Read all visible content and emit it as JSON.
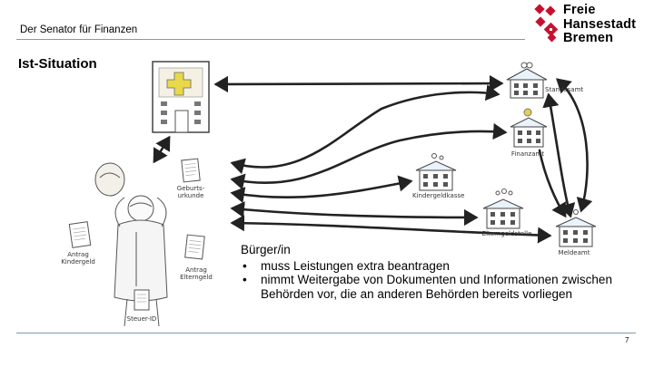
{
  "header": {
    "org": "Der Senator für Finanzen"
  },
  "logo": {
    "lines": [
      "Freie",
      "Hansestadt",
      "Bremen"
    ]
  },
  "slide": {
    "title": "Ist-Situation"
  },
  "offices": {
    "standesamt": "Standesamt",
    "finanzamt": "Finanzamt",
    "kindergeldkasse": "Kindergeldkasse",
    "elterngeldstelle": "Elterngeldstelle",
    "meldeamt": "Meldeamt"
  },
  "documents": {
    "geburtsurkunde": "Geburts-\nurkunde",
    "antrag_kindergeld": "Antrag\nKindergeld",
    "antrag_elterngeld": "Antrag\nElterngeld",
    "steuer_id": "Steuer-ID"
  },
  "citizen": {
    "title": "Bürger/in",
    "points": [
      "muss Leistungen extra beantragen",
      "nimmt Weitergabe von Dokumenten und Informationen zwischen Behörden vor, die an anderen Behörden bereits vorliegen"
    ]
  },
  "footer": {
    "page": "7"
  }
}
